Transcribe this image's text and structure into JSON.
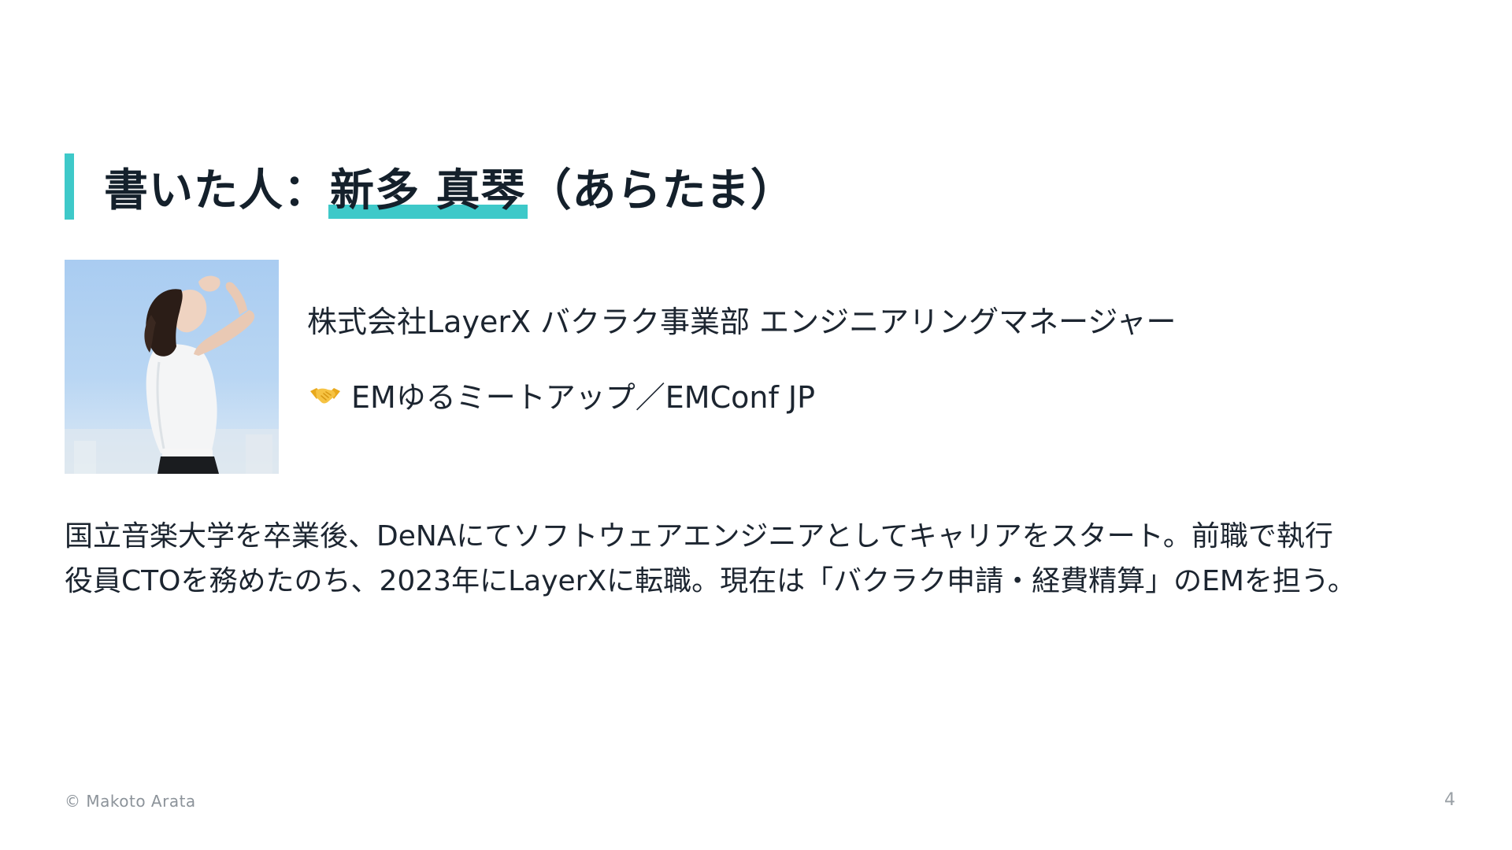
{
  "heading": {
    "prefix": "書いた人：",
    "name": "新多 真琴",
    "suffix": "（あらたま）"
  },
  "profile": {
    "photo_alt": "Author photo",
    "company": "株式会社LayerX バクラク事業部 エンジニアリングマネージャー",
    "community_icon": "handshake-emoji",
    "community": "EMゆるミートアップ／EMConf JP"
  },
  "bio": {
    "line1": "国立音楽大学を卒業後、DeNAにてソフトウェアエンジニアとしてキャリアをスタート。前職で執行",
    "line2": "役員CTOを務めたのち、2023年にLayerXに転職。現在は「バクラク申請・経費精算」のEMを担う。"
  },
  "footer": {
    "copyright": "© Makoto Arata",
    "page_number": "4"
  },
  "colors": {
    "accent": "#3ec9c9",
    "text": "#1c2530",
    "muted": "#8c939a"
  }
}
